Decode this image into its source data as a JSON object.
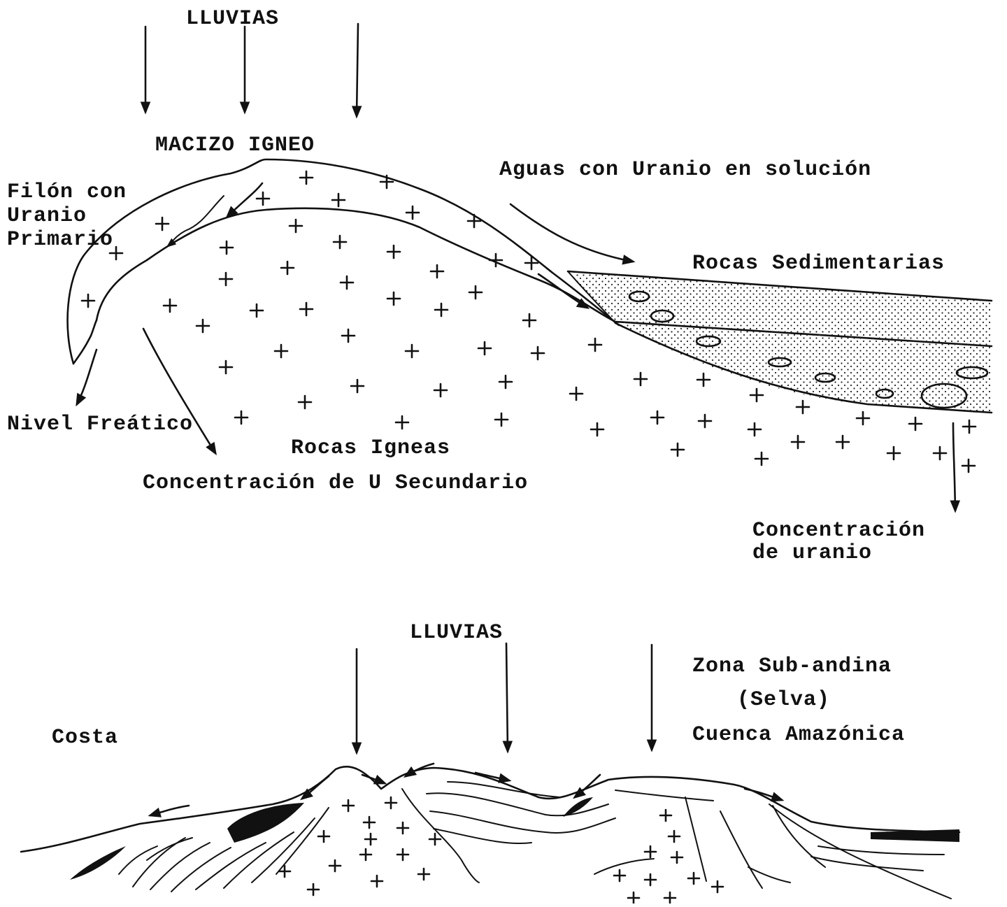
{
  "top_diagram": {
    "labels": {
      "rain": "LLUVIAS",
      "igneous_massif": "MACIZO IGNEO",
      "vein_line1": "Filón con",
      "vein_line2": "Uranio",
      "vein_line3": "Primario",
      "water_uranium": "Aguas con Uranio en solución",
      "sedimentary": "Rocas Sedimentarias",
      "water_table": "Nivel Freático",
      "igneous_rocks": "Rocas Igneas",
      "secondary_u": "Concentración de U Secundario",
      "uranium_conc_line1": "Concentración",
      "uranium_conc_line2": "de uranio"
    }
  },
  "bottom_diagram": {
    "labels": {
      "rain": "LLUVIAS",
      "coast": "Costa",
      "subandean": "Zona Sub-andina",
      "jungle": "(Selva)",
      "amazon_basin": "Cuenca Amazónica"
    }
  },
  "colors": {
    "ink": "#111111",
    "background": "#ffffff"
  }
}
